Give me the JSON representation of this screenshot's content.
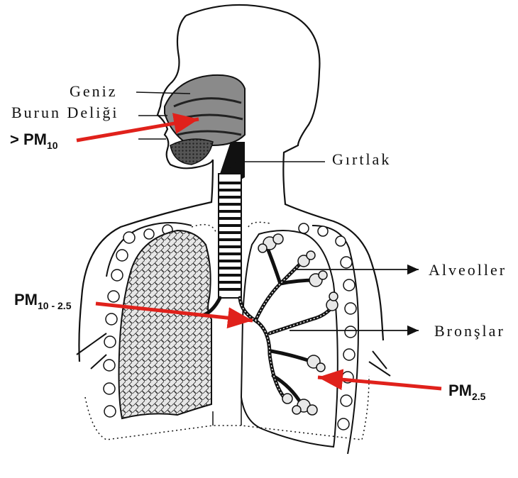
{
  "labels": {
    "geniz": "Geniz",
    "burun_deligi": "Burun Deliği",
    "girtlak": "Gırtlak",
    "alveoller": "Alveoller",
    "bronslar": "Bronşlar"
  },
  "particles": {
    "pm10": {
      "prefix": "> PM",
      "sub": "10"
    },
    "pm10_25": {
      "prefix": "PM",
      "sub": "10 - 2.5"
    },
    "pm25": {
      "prefix": "PM",
      "sub": "2.5"
    }
  },
  "colors": {
    "arrow": "#e0211b",
    "ink": "#111111",
    "lung_fill": "#d9d9d9"
  }
}
